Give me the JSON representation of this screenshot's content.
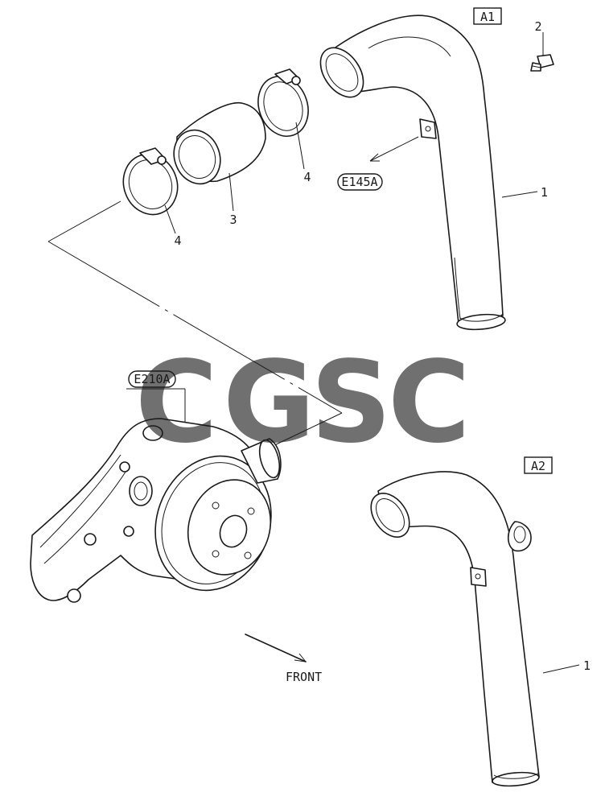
{
  "variants": {
    "a1": "A1",
    "a2": "A2"
  },
  "references": {
    "e145a": "E145A",
    "e210a": "E210A"
  },
  "part_labels": {
    "pipe_a1": "1",
    "pipe_a2": "1",
    "bolt": "2",
    "hose": "3",
    "clamp_upper": "4",
    "clamp_lower": "4"
  },
  "direction": {
    "front": "FRONT"
  },
  "watermark": {
    "letters": [
      "C",
      "G",
      "S",
      "C"
    ],
    "colors": [
      "#3d8bf0",
      "#ee6b5f",
      "#f8cf4a",
      "#4caf80"
    ]
  }
}
